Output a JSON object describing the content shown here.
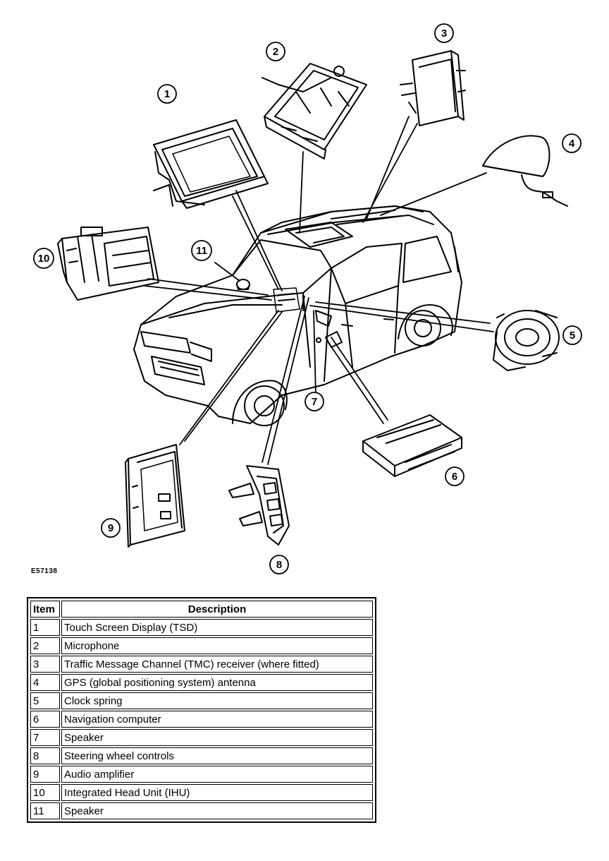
{
  "figure_code": "E57138",
  "callouts": [
    "1",
    "2",
    "3",
    "4",
    "5",
    "6",
    "7",
    "8",
    "9",
    "10",
    "11"
  ],
  "legend": {
    "header_item": "Item",
    "header_description": "Description",
    "rows": [
      {
        "item": "1",
        "description": "Touch Screen Display (TSD)"
      },
      {
        "item": "2",
        "description": "Microphone"
      },
      {
        "item": "3",
        "description": "Traffic Message Channel (TMC) receiver (where fitted)"
      },
      {
        "item": "4",
        "description": "GPS (global positioning system) antenna"
      },
      {
        "item": "5",
        "description": "Clock spring"
      },
      {
        "item": "6",
        "description": "Navigation computer"
      },
      {
        "item": "7",
        "description": "Speaker"
      },
      {
        "item": "8",
        "description": "Steering wheel controls"
      },
      {
        "item": "9",
        "description": "Audio amplifier"
      },
      {
        "item": "10",
        "description": "Integrated Head Unit (IHU)"
      },
      {
        "item": "11",
        "description": "Speaker"
      }
    ]
  }
}
